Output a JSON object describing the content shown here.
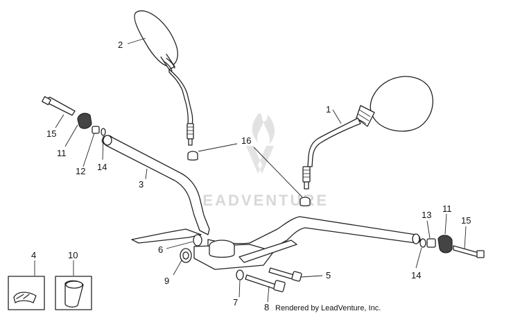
{
  "callouts": {
    "c1": "1",
    "c2": "2",
    "c3": "3",
    "c4": "4",
    "c5": "5",
    "c6": "6",
    "c7": "7",
    "c8": "8",
    "c9": "9",
    "c10": "10",
    "c11a": "11",
    "c11b": "11",
    "c12": "12",
    "c13": "13",
    "c14a": "14",
    "c14b": "14",
    "c15a": "15",
    "c15b": "15",
    "c16": "16"
  },
  "watermark": "LEADVENTURE",
  "credit": "Rendered by LeadVenture, Inc."
}
